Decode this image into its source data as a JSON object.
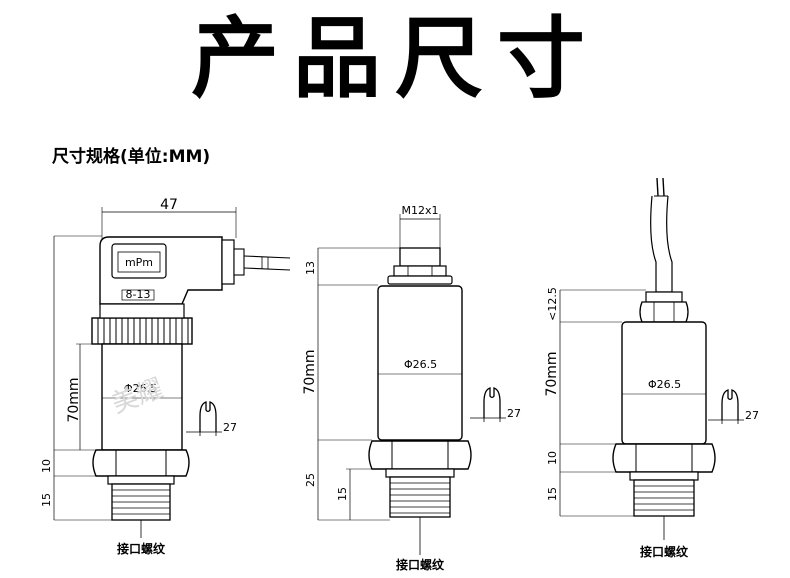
{
  "title": "产品尺寸",
  "subtitle": "尺寸规格(单位:MM)",
  "watermark": "美耀",
  "products": [
    {
      "name": "din-connector",
      "width": "47",
      "body_height": "70mm",
      "hex_height": "10",
      "thread_height": "15",
      "diameter": "Φ26.5",
      "wrench": "27",
      "connector_label": "mPm",
      "connector_code": "8-13",
      "thread_label": "接口螺纹"
    },
    {
      "name": "aviation-plug",
      "top_thread": "M12x1",
      "top_height": "13",
      "body_height": "70mm",
      "lower_total": "25",
      "thread_height": "15",
      "diameter": "Φ26.5",
      "wrench": "27",
      "thread_label": "接口螺纹"
    },
    {
      "name": "direct-cable",
      "top_height": "<12.5",
      "body_height": "70mm",
      "hex_height": "10",
      "thread_height": "15",
      "diameter": "Φ26.5",
      "wrench": "27",
      "thread_label": "接口螺纹"
    }
  ]
}
